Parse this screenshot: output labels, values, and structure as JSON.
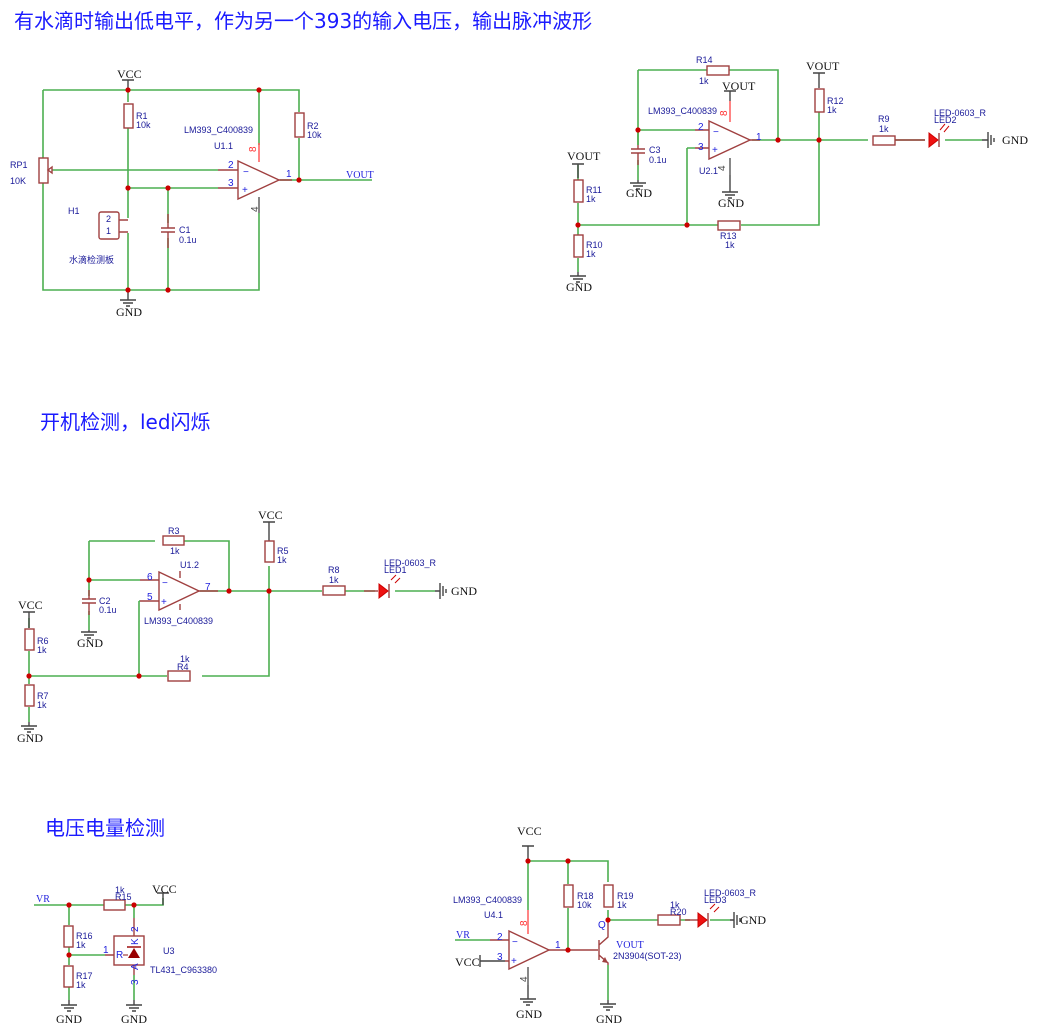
{
  "titles": {
    "section1": "有水滴时输出低电平，作为另一个393的输入电压，输出脉冲波形",
    "section2": "开机检测，led闪烁",
    "section3": "电压电量检测"
  },
  "nets": {
    "vcc": "VCC",
    "gnd": "GND",
    "vout": "VOUT",
    "vr": "VR"
  },
  "circuit1": {
    "rp1": {
      "ref": "RP1",
      "value": "10K"
    },
    "r1": {
      "ref": "R1",
      "value": "10k"
    },
    "r2": {
      "ref": "R2",
      "value": "10k"
    },
    "c1": {
      "ref": "C1",
      "value": "0.1u"
    },
    "h1": {
      "ref": "H1",
      "desc": "水滴检测板",
      "pin2": "2",
      "pin1": "1"
    },
    "u1": {
      "part": "LM393_C400839",
      "ref": "U1.1",
      "pin_minus": "2",
      "pin_plus": "3",
      "pin_out": "1",
      "pin_vcc": "8",
      "pin_gnd": "4"
    }
  },
  "circuit2": {
    "r14": {
      "ref": "R14",
      "value": "1k"
    },
    "r12": {
      "ref": "R12",
      "value": "1k"
    },
    "r9": {
      "ref": "R9",
      "value": "1k"
    },
    "r11": {
      "ref": "R11",
      "value": "1k"
    },
    "r10": {
      "ref": "R10",
      "value": "1k"
    },
    "r13": {
      "ref": "R13",
      "value": "1k"
    },
    "c3": {
      "ref": "C3",
      "value": "0.1u"
    },
    "led2": {
      "ref": "LED2",
      "part": "LED-0603_R"
    },
    "u2": {
      "part": "LM393_C400839",
      "ref": "U2.1",
      "pin_minus": "2",
      "pin_plus": "3",
      "pin_out": "1",
      "pin_vcc": "8",
      "pin_gnd": "4"
    }
  },
  "circuit3": {
    "r3": {
      "ref": "R3",
      "value": "1k"
    },
    "r5": {
      "ref": "R5",
      "value": "1k"
    },
    "r8": {
      "ref": "R8",
      "value": "1k"
    },
    "r6": {
      "ref": "R6",
      "value": "1k"
    },
    "r7": {
      "ref": "R7",
      "value": "1k"
    },
    "r4": {
      "ref": "R4",
      "value": "1k"
    },
    "c2": {
      "ref": "C2",
      "value": "0.1u"
    },
    "led1": {
      "ref": "LED1",
      "part": "LED-0603_R"
    },
    "u1b": {
      "part": "LM393_C400839",
      "ref": "U1.2",
      "pin_minus": "6",
      "pin_plus": "5",
      "pin_out": "7"
    }
  },
  "circuit4": {
    "r15": {
      "ref": "R15",
      "value": "1k"
    },
    "r16": {
      "ref": "R16",
      "value": "1k"
    },
    "r17": {
      "ref": "R17",
      "value": "1k"
    },
    "u3": {
      "ref": "U3",
      "part": "TL431_C963380",
      "pin_r": "1",
      "pin_k": "2",
      "pin_a": "3",
      "lbl_r": "R",
      "lbl_k": "K",
      "lbl_a": "A"
    }
  },
  "circuit5": {
    "r18": {
      "ref": "R18",
      "value": "10k"
    },
    "r19": {
      "ref": "R19",
      "value": "1k"
    },
    "r20": {
      "ref": "R20",
      "value": "1k"
    },
    "led3": {
      "ref": "LED3",
      "part": "LED-0603_R"
    },
    "q": {
      "ref": "Q",
      "net": "VOUT",
      "part": "2N3904(SOT-23)"
    },
    "u4": {
      "part": "LM393_C400839",
      "ref": "U4.1",
      "pin_minus": "2",
      "pin_plus": "3",
      "pin_out": "1",
      "pin_vcc": "8",
      "pin_gnd": "4"
    }
  }
}
